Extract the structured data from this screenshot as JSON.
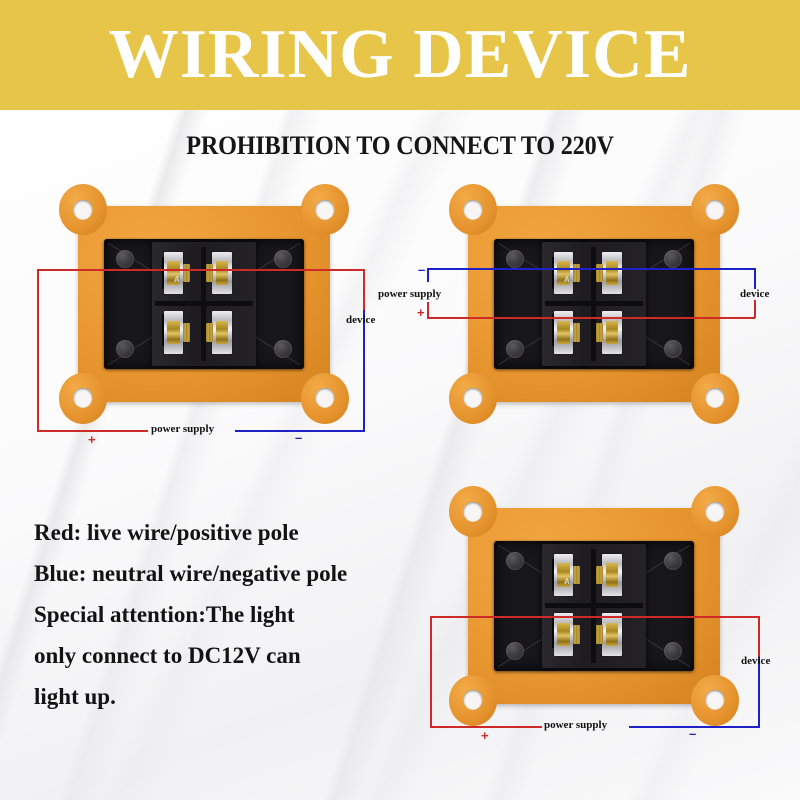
{
  "header": {
    "title": "WIRING DEVICE",
    "banner_color": "#e7c548",
    "title_color": "#ffffff"
  },
  "subtitle": "PROHIBITION TO CONNECT TO 220V",
  "colors": {
    "red_wire": "#cf2a2a",
    "blue_wire": "#2020c8",
    "device_flange": "#e8962f",
    "device_body": "#17161a"
  },
  "devices": [
    {
      "id": "device-1",
      "terminal_marking": "A",
      "labels": {
        "device": "device",
        "power_supply": "power supply",
        "plus": "+",
        "minus": "–"
      }
    },
    {
      "id": "device-2",
      "terminal_marking": "A",
      "labels": {
        "device": "device",
        "power_supply": "power supply",
        "plus": "+",
        "minus": "–"
      }
    },
    {
      "id": "device-3",
      "terminal_marking": "A",
      "labels": {
        "device": "device",
        "power_supply": "power supply",
        "plus": "+",
        "minus": "–"
      }
    }
  ],
  "notes": {
    "lines": [
      "Red: live wire/positive pole",
      "Blue: neutral wire/negative pole",
      "Special attention:The light",
      "only connect to DC12V can",
      "light up."
    ]
  }
}
